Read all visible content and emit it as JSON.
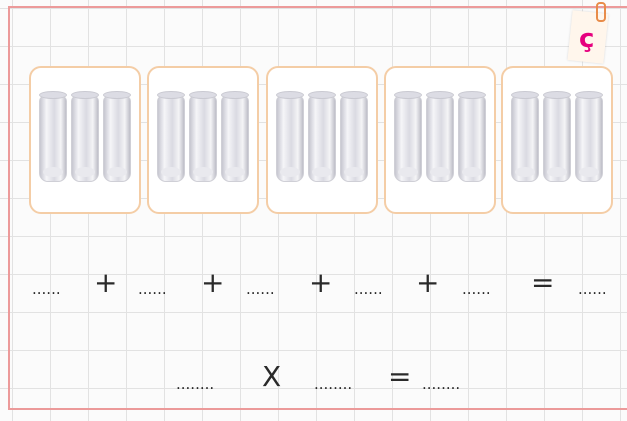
{
  "label": "ç",
  "groups": [
    {
      "glasses": 3
    },
    {
      "glasses": 3
    },
    {
      "glasses": 3
    },
    {
      "glasses": 3
    },
    {
      "glasses": 3
    }
  ],
  "addition_row": [
    "......",
    "+",
    "......",
    "+",
    "......",
    "+",
    "......",
    "+",
    "......",
    "=",
    "......"
  ],
  "multiplication_row": [
    "........",
    "X",
    "........",
    "=",
    "........"
  ]
}
